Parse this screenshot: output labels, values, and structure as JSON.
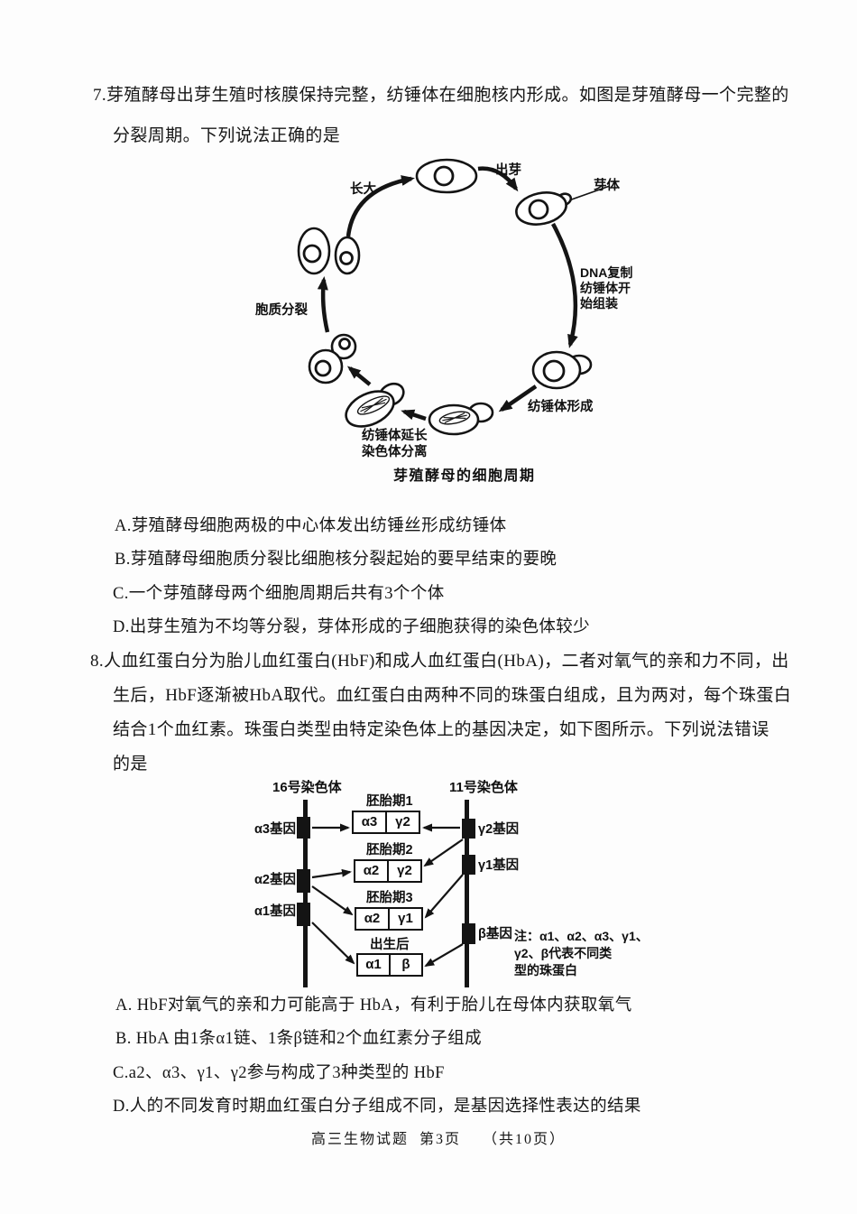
{
  "q7": {
    "stem": [
      "7.芽殖酵母出芽生殖时核膜保持完整，纺锤体在细胞核内形成。如图是芽殖酵母一个完整的",
      "分裂周期。下列说法正确的是"
    ],
    "diagram": {
      "caption": "芽殖酵母的细胞周期",
      "labels": {
        "grow": "长大",
        "budding": "出芽",
        "bud_body": "芽体",
        "dna_replication": "DNA复制\n纺锤体开\n始组装",
        "spindle_formation": "纺锤体形成",
        "spindle_elongation": "纺锤体延长\n染色体分离",
        "cytokinesis": "胞质分裂"
      }
    },
    "options": [
      "A.芽殖酵母细胞两极的中心体发出纺锤丝形成纺锤体",
      "B.芽殖酵母细胞质分裂比细胞核分裂起始的要早结束的要晚",
      "C.一个芽殖酵母两个细胞周期后共有3个个体",
      "D.出芽生殖为不均等分裂，芽体形成的子细胞获得的染色体较少"
    ]
  },
  "q8": {
    "stem": [
      "8.人血红蛋白分为胎儿血红蛋白(HbF)和成人血红蛋白(HbA)，二者对氧气的亲和力不同，出",
      "生后，HbF逐渐被HbA取代。血红蛋白由两种不同的珠蛋白组成，且为两对，每个珠蛋白",
      "结合1个血红素。珠蛋白类型由特定染色体上的基因决定，如下图所示。下列说法错误",
      "的是"
    ],
    "diagram": {
      "chr16_title": "16号染色体",
      "chr11_title": "11号染色体",
      "genes_left": [
        "α3基因",
        "α2基因",
        "α1基因"
      ],
      "genes_right": [
        "γ2基因",
        "γ1基因",
        "β基因"
      ],
      "stages": [
        {
          "label": "胚胎期1",
          "left": "α3",
          "right": "γ2"
        },
        {
          "label": "胚胎期2",
          "left": "α2",
          "right": "γ2"
        },
        {
          "label": "胚胎期3",
          "left": "α2",
          "right": "γ1"
        },
        {
          "label": "出生后",
          "left": "α1",
          "right": "β"
        }
      ],
      "note": "注：α1、α2、α3、γ1、\nγ2、β代表不同类\n型的珠蛋白"
    },
    "options": [
      "A. HbF对氧气的亲和力可能高于 HbA，有利于胎儿在母体内获取氧气",
      "B. HbA 由1条α1链、1条β链和2个血红素分子组成",
      "C.a2、α3、γ1、γ2参与构成了3种类型的 HbF",
      "D.人的不同发育时期血红蛋白分子组成不同，是基因选择性表达的结果"
    ]
  },
  "footer": "高三生物试题  第3页　 （共10页）"
}
